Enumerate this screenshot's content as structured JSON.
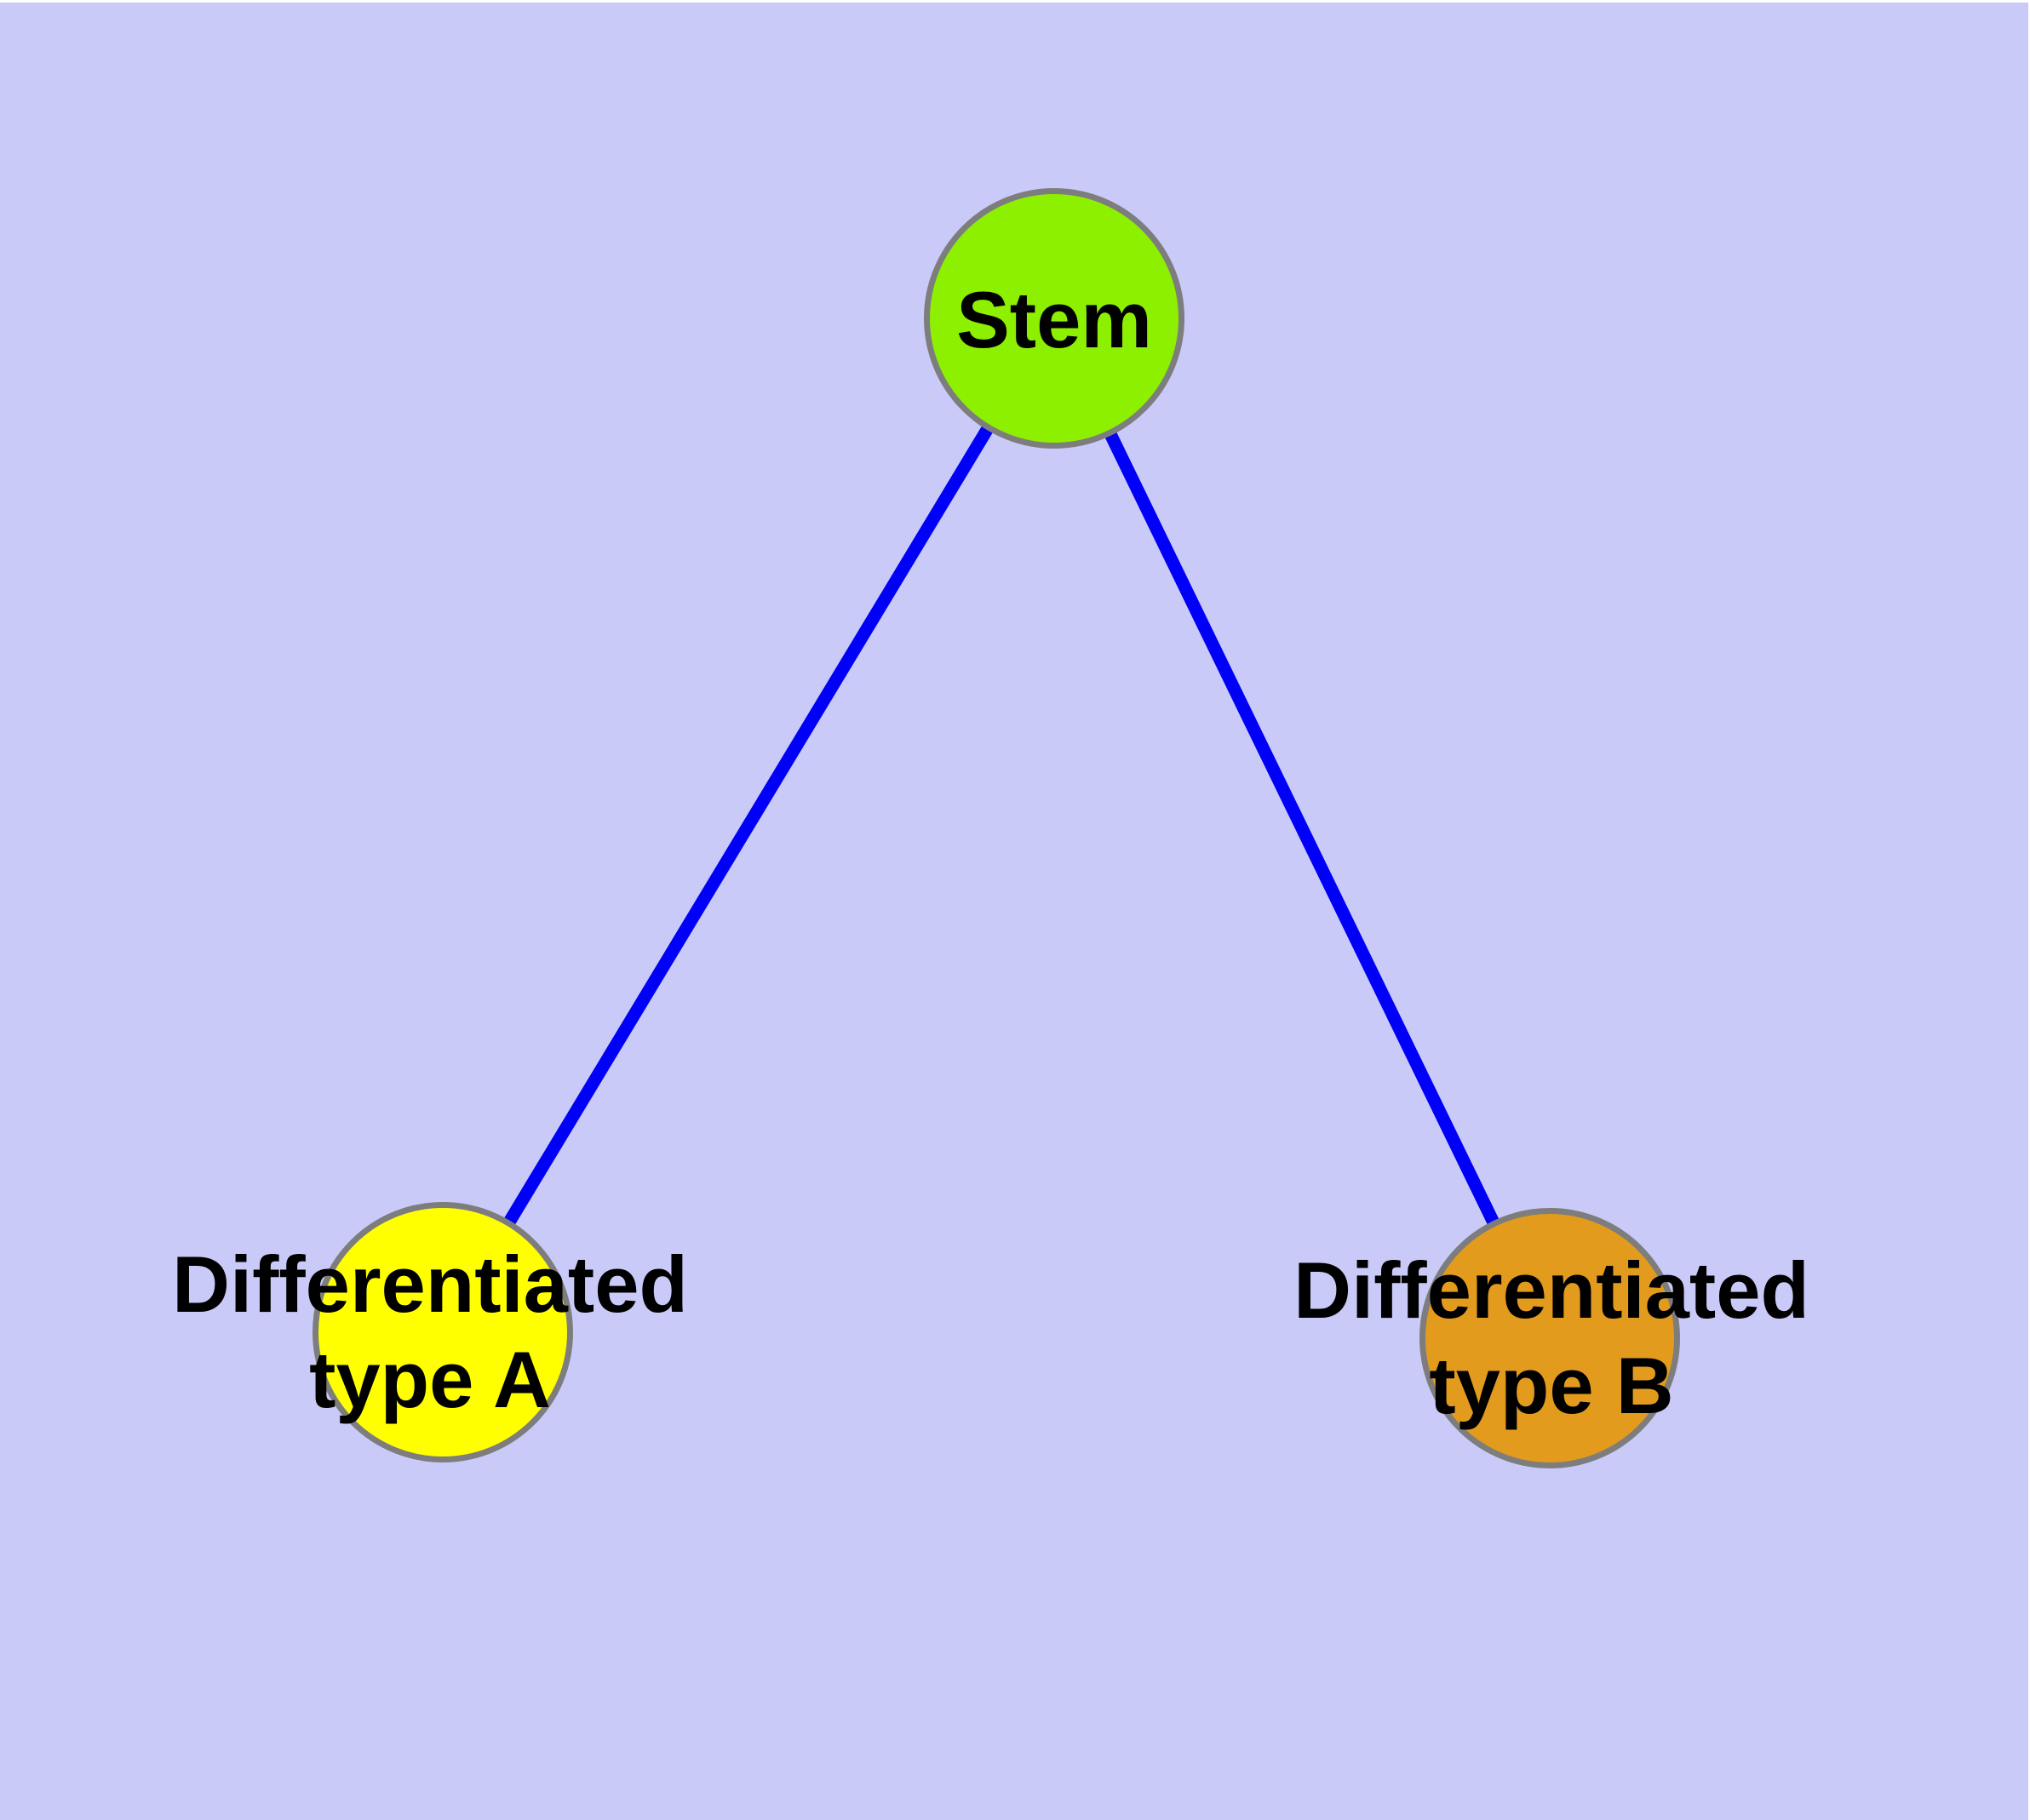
{
  "diagram": {
    "type": "graph",
    "description": "Cell differentiation hierarchy: a Stem node connected to two differentiated cell type nodes",
    "nodes": [
      {
        "id": "stem",
        "label_lines": [
          "Stem"
        ],
        "fill": "#8df000"
      },
      {
        "id": "type-a",
        "label_lines": [
          "Differentiated",
          "type A"
        ],
        "fill": "#ffff00"
      },
      {
        "id": "type-b",
        "label_lines": [
          "Differentiated",
          "type B"
        ],
        "fill": "#e39b1e"
      }
    ],
    "edges": [
      {
        "from": "Stem",
        "to": "Differentiated type A"
      },
      {
        "from": "Stem",
        "to": "Differentiated type B"
      }
    ],
    "colors": {
      "plot_background": "#cacaf8",
      "outer_margin": "#ffffff",
      "node_border": "#7d7d7d",
      "edge": "#0000f8",
      "label_text": "#000000"
    }
  }
}
